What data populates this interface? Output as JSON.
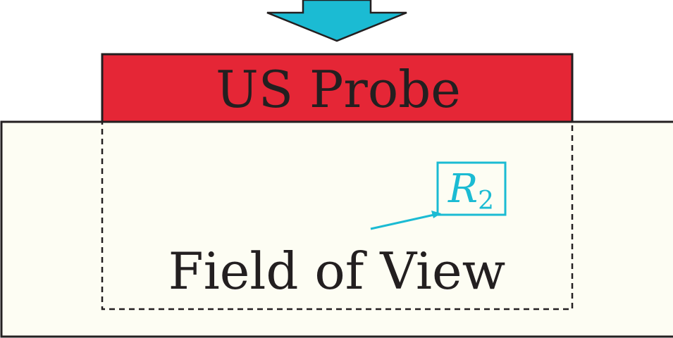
{
  "probe": {
    "label": "US Probe",
    "color": "#e52636"
  },
  "field_of_view": {
    "label": "Field of View"
  },
  "tissue": {
    "color": "#fdfdf3"
  },
  "region": {
    "main": "R",
    "sub": "2",
    "color": "#1bbbd3"
  },
  "arrow": {
    "color": "#1bbbd3"
  }
}
